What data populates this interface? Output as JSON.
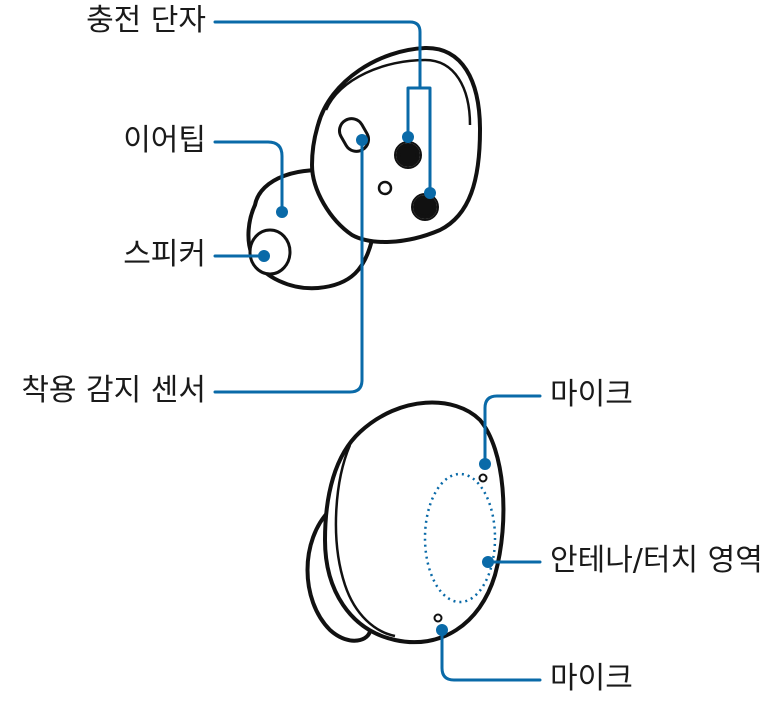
{
  "labels": {
    "charging_terminal": "충전 단자",
    "ear_tip": "이어팁",
    "speaker": "스피커",
    "wear_sensor": "착용 감지 센서",
    "mic_top": "마이크",
    "antenna_touch": "안테나/터치 영역",
    "mic_bottom": "마이크"
  },
  "colors": {
    "callout": "#0a6aa8",
    "outline": "#111111",
    "touch_area": "#0a6aa8"
  }
}
